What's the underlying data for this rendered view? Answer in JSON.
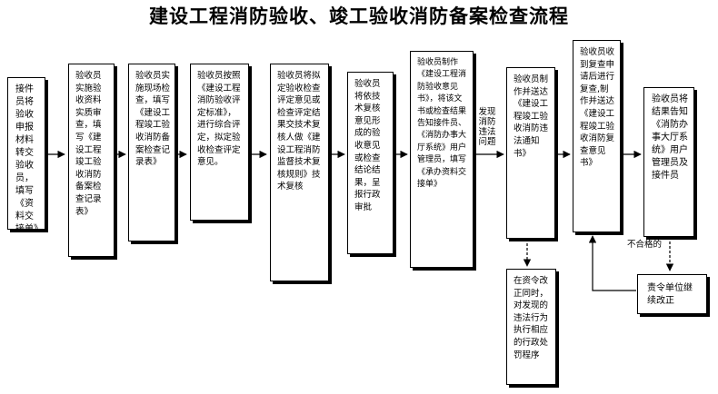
{
  "title": "建设工程消防验收、竣工验收消防备案检查流程",
  "steps": [
    "接件员将验收申报材料转交验收员，填写《资料交接单》",
    "验收员实施验收资料实质审查，填写《建设工程竣工验收消防备案检查记录表》",
    "验收员实施现场检查，填写《建设工程竣工验收消防备案检查记录表》",
    "验收员按照《建设工程消防验收评定标准》，进行综合评定，拟定验收检查评定意见。",
    "验收员将拟定验收检查评定意见或检查评定结果交技术复核人做《建设工程消防监督技术复核规则》技术复核",
    "验收员将依技术复核意见形成的验收意见或检查结论结果，呈报行政审批",
    "验收员制作《建设工程消防验收意见书》，将该文书或检查结果告知接件员、《消防办事大厅系统》用户管理员，填写《承办资料交接单》",
    "验收员制作并送达《建设工程竣工验收消防违法通知书》",
    "验收员收到复查申请后进行复查,制作并送达《建设工程竣工验收消防复查意见书》",
    "验收员将结果告知《消防办事大厅系统》用户管理员及接件员",
    "在资令改正同时，对发现的违法行为执行相应的行政处罚程序",
    "责令单位继续改正"
  ],
  "labels": {
    "violation": "发现消防违法问题",
    "fail": "不合格的"
  }
}
